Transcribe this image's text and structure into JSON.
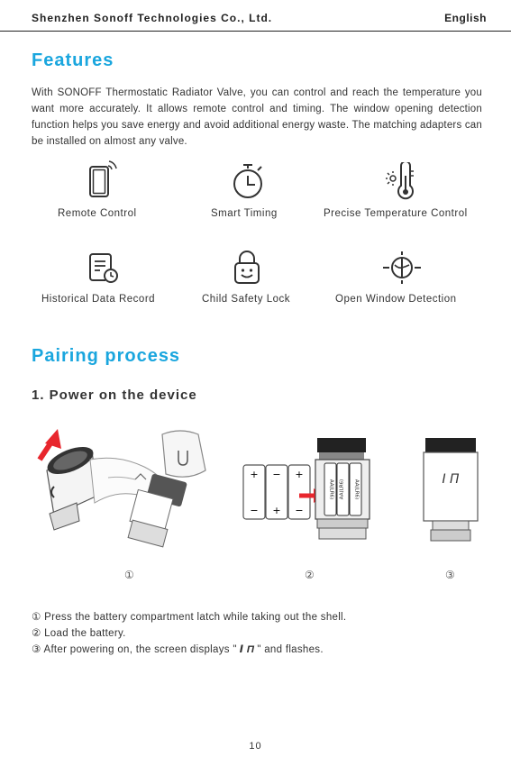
{
  "header": {
    "company": "Shenzhen Sonoff Technologies Co., Ltd.",
    "language": "English"
  },
  "features": {
    "title": "Features",
    "intro": "With SONOFF Thermostatic Radiator Valve, you can control and reach the temperature you want more accurately. It allows remote control and timing. The window opening detection function helps you save energy and avoid additional energy waste. The matching adapters can be installed on almost any valve.",
    "items": [
      {
        "label": "Remote Control",
        "icon": "phone-signal-icon"
      },
      {
        "label": "Smart Timing",
        "icon": "timer-icon"
      },
      {
        "label": "Precise Temperature Control",
        "icon": "thermometer-icon"
      },
      {
        "label": "Historical Data Record",
        "icon": "document-clock-icon"
      },
      {
        "label": "Child Safety Lock",
        "icon": "smiley-lock-icon"
      },
      {
        "label": "Open Window Detection",
        "icon": "window-detection-icon"
      }
    ]
  },
  "pairing": {
    "title": "Pairing process",
    "step_title": "1. Power on the device",
    "figure_numbers": [
      "①",
      "②",
      "③"
    ],
    "battery_label": "AA(LR6)",
    "display_text": "Ⅰ Π",
    "steps": [
      "① Press the battery compartment latch while taking out the shell.",
      "② Load the battery.",
      "③ After powering on, the screen displays \"",
      "\" and flashes."
    ]
  },
  "accent_color": "#1aa6de",
  "arrow_color": "#e8262d",
  "page_number": "10"
}
